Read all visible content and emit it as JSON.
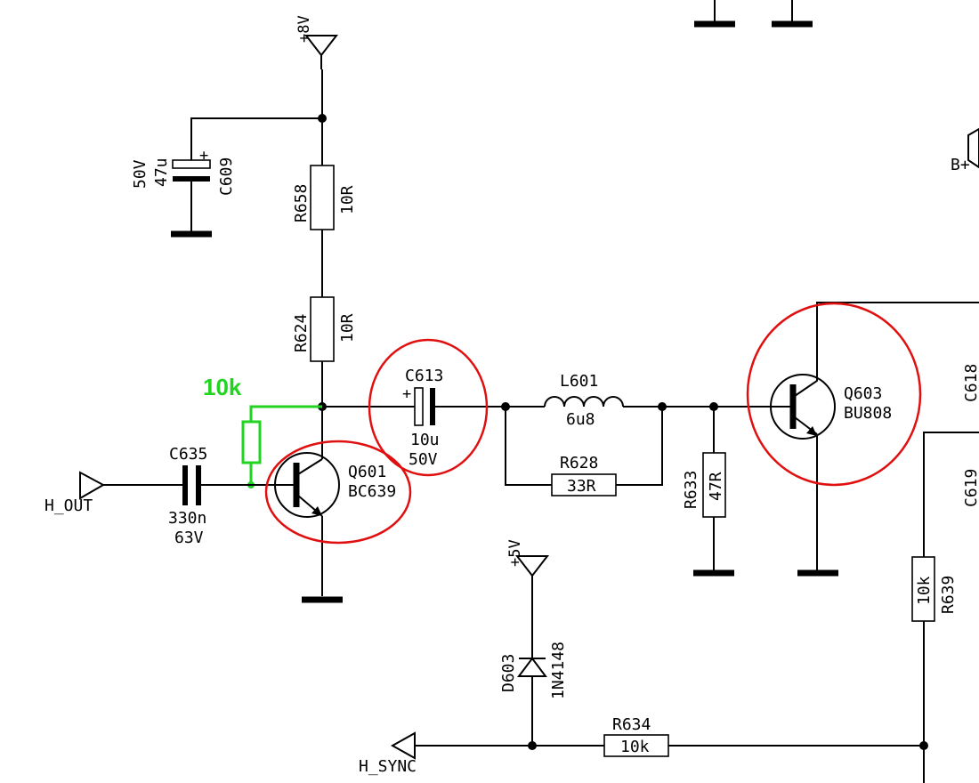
{
  "supply": {
    "plus8v": "+8V",
    "plus5v": "+5V",
    "bplus": "B+"
  },
  "ports": {
    "h_out": "H_OUT",
    "h_sync": "H_SYNC"
  },
  "c609": {
    "ref": "C609",
    "cap": "47u",
    "volt": "50V",
    "pol": "+"
  },
  "r658": {
    "ref": "R658",
    "val": "10R"
  },
  "r624": {
    "ref": "R624",
    "val": "10R"
  },
  "c613": {
    "ref": "C613",
    "cap": "10u",
    "volt": "50V",
    "pol": "+"
  },
  "l601": {
    "ref": "L601",
    "val": "6u8"
  },
  "r628": {
    "ref": "R628",
    "val": "33R"
  },
  "r633": {
    "ref": "R633",
    "val": "47R"
  },
  "q603": {
    "ref": "Q603",
    "part": "BU808"
  },
  "q601": {
    "ref": "Q601",
    "part": "BC639"
  },
  "c635": {
    "ref": "C635",
    "cap": "330n",
    "volt": "63V"
  },
  "added_resistor": {
    "val": "10k",
    "color": "#22d322"
  },
  "d603": {
    "ref": "D603",
    "part": "1N4148"
  },
  "r634": {
    "ref": "R634",
    "val": "10k"
  },
  "r639": {
    "ref": "R639",
    "val": "10k"
  },
  "c618": {
    "ref": "C618"
  },
  "c619": {
    "ref": "C619"
  },
  "highlight_color": "#e01010"
}
